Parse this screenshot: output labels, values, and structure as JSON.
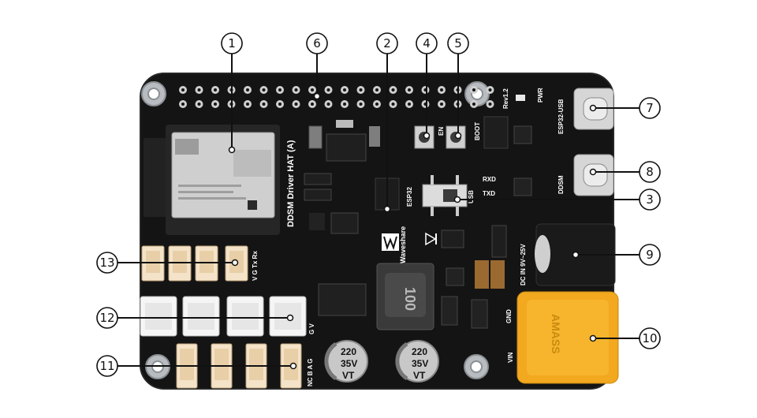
{
  "board": {
    "silkscreen": {
      "title": "DDSM Driver HAT (A)",
      "rev": "Rev1.2",
      "pwr": "PWR",
      "esp32_usb": "ESP32-USB",
      "ddsm": "DDSM",
      "en": "EN",
      "boot": "BOOT",
      "esp32": "ESP32",
      "usb": "USB",
      "rxd": "RXD",
      "txd": "TXD",
      "dc_in": "DC IN 9V~25V",
      "gnd": "GND",
      "vin": "VIN",
      "brand": "Waveshare",
      "uart_pins": "V G Tx Rx",
      "servo_pins": "G V",
      "motor_pins": "NC B A G",
      "xt60": "AMASS",
      "inductor": "100"
    },
    "capacitors": [
      {
        "line1": "220",
        "line2": "35V",
        "line3": "VT"
      },
      {
        "line1": "220",
        "line2": "35V",
        "line3": "VT"
      }
    ]
  },
  "callouts": [
    "1",
    "2",
    "3",
    "4",
    "5",
    "6",
    "7",
    "8",
    "9",
    "10",
    "11",
    "12",
    "13"
  ],
  "colors": {
    "pcb": "#121212",
    "header_pin": "#d9d9d9",
    "xt60": "#f2a81f",
    "connector": "#f4e3c8",
    "servo_connector": "#f5f5f5",
    "inductor": "#3a3a3a"
  }
}
